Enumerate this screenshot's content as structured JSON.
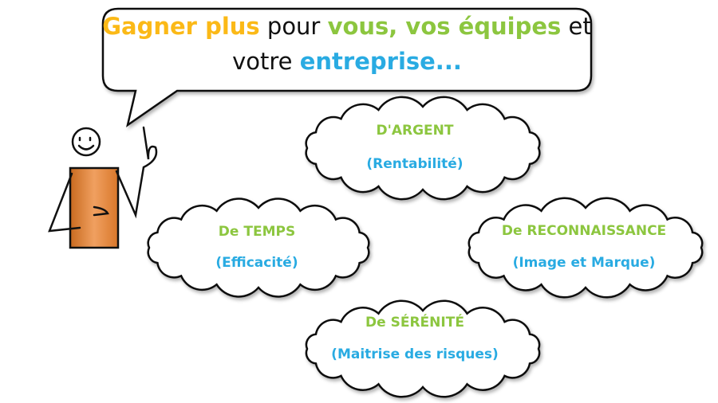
{
  "headline": {
    "line1": [
      {
        "text": "Gagner plus",
        "color": "orange"
      },
      {
        "text": " pour ",
        "color": "black"
      },
      {
        "text": "vous, vos équipes",
        "color": "green"
      },
      {
        "text": " et",
        "color": "black"
      }
    ],
    "line2": [
      {
        "text": "votre ",
        "color": "black"
      },
      {
        "text": "entreprise...",
        "color": "blue"
      }
    ]
  },
  "clouds": [
    {
      "title": "D'ARGENT",
      "subtitle": "(Rentabilité)"
    },
    {
      "title": "De TEMPS",
      "subtitle": "(Efficacité)"
    },
    {
      "title": "De RECONNAISSANCE",
      "subtitle": "(Image et Marque)"
    },
    {
      "title": "De SÉRÉNITÉ",
      "subtitle": "(Maitrise des risques)"
    }
  ],
  "colors": {
    "orange": "#fbb917",
    "green": "#8cc63f",
    "blue": "#29abe2",
    "body": "#e8873a"
  }
}
